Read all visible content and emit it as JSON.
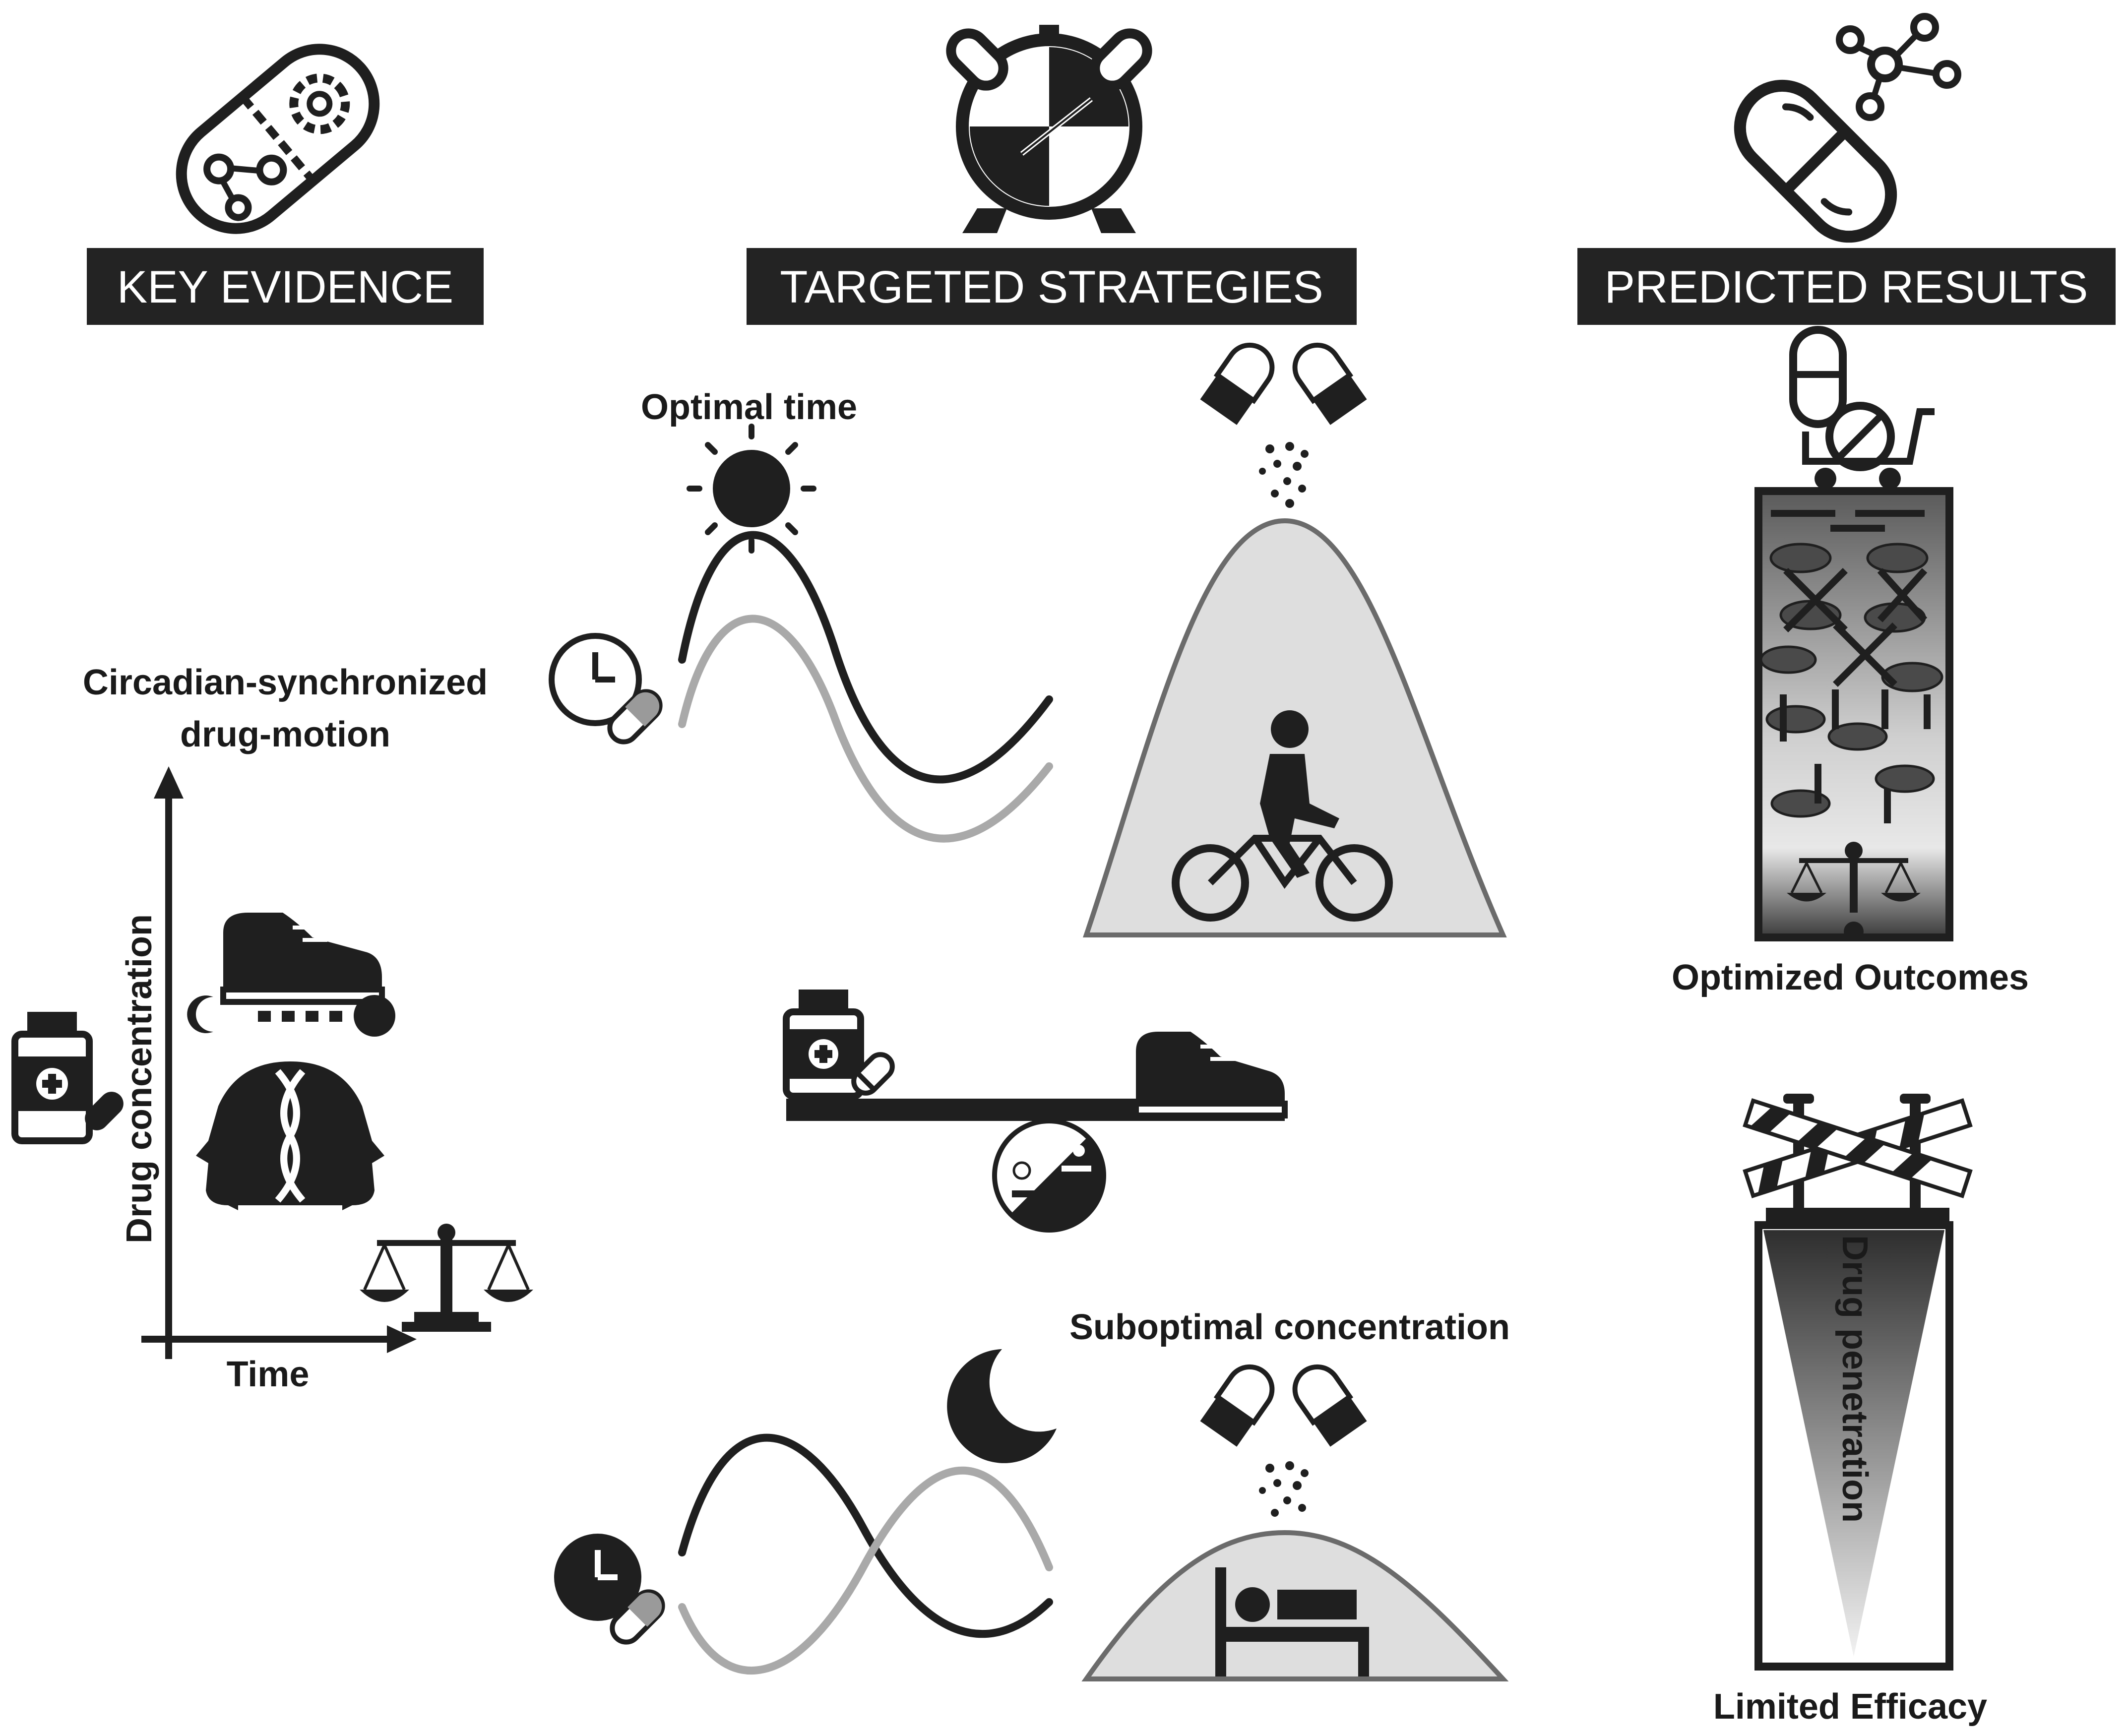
{
  "headers": {
    "key_evidence": "KEY EVIDENCE",
    "targeted_strategies": "TARGETED STRATEGIES",
    "predicted_results": "PREDICTED RESULTS"
  },
  "labels": {
    "optimal_time": "Optimal time",
    "circadian_line1": "Circadian-synchronized",
    "circadian_line2": "drug-motion",
    "drug_concentration": "Drug concentration",
    "time": "Time",
    "optimized_outcomes": "Optimized Outcomes",
    "suboptimal_concentration": "Suboptimal concentration",
    "drug_penetration": "Drug penetration",
    "limited_efficacy": "Limited Efficacy"
  },
  "colors": {
    "header_bg": "#232323",
    "dark": "#1f1f1f",
    "gray_curve": "#a9a9a9",
    "hill_fill": "#dedede",
    "hill_stroke": "#6b6b6b"
  },
  "icons": [
    "capsule-network-gear-icon",
    "alarm-clock-puzzle-icon",
    "pill-molecule-icon",
    "pill-cart-icon",
    "tissue-block-icon",
    "sun-icon",
    "moon-icon",
    "clock-pill-icon",
    "capsule-pair-icon",
    "cyclist-icon",
    "bed-icon",
    "medicine-bottle-icon",
    "sneaker-icon",
    "heads-dna-icon",
    "balance-scale-icon",
    "seesaw-icon",
    "barrier-icon"
  ]
}
